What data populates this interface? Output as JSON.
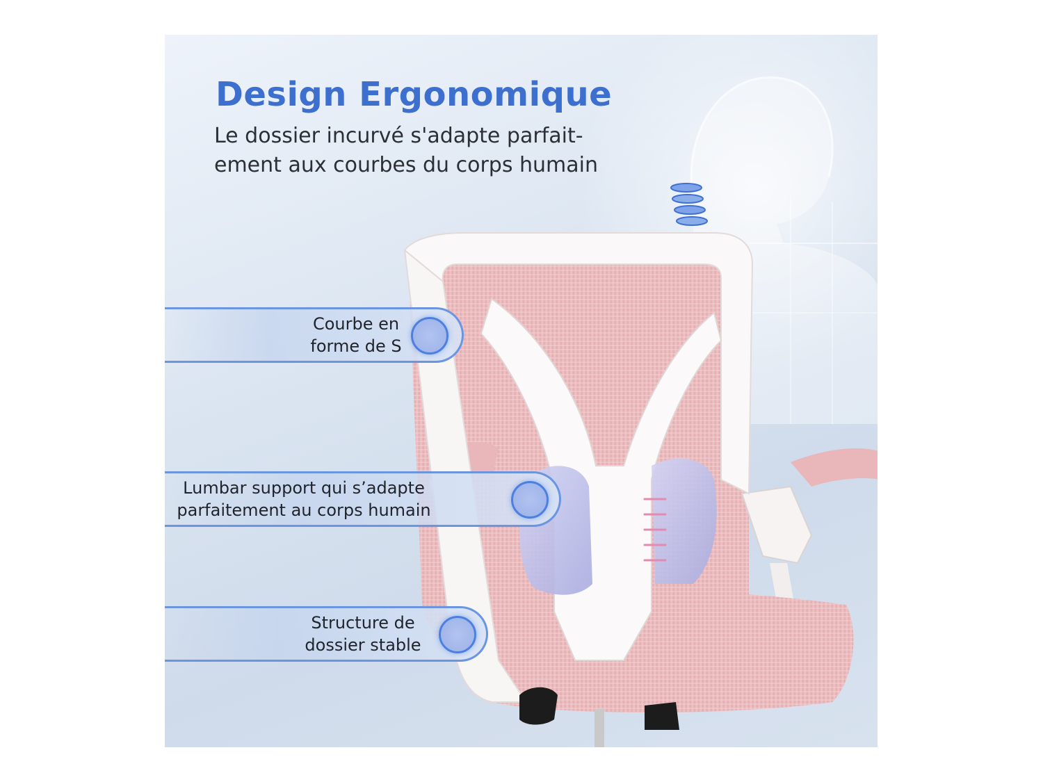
{
  "header": {
    "title": "Design Ergonomique",
    "subtitle_line1": "Le dossier incurvé s'adapte parfait-",
    "subtitle_line2": "ement aux courbes du corps humain"
  },
  "callouts": [
    {
      "line1": "Courbe en",
      "line2": "forme de S"
    },
    {
      "line1": "Lumbar support qui s’adapte",
      "line2": "parfaitement au corps humain"
    },
    {
      "line1": "Structure de",
      "line2": "dossier stable"
    }
  ],
  "colors": {
    "accent": "#3d6fcf",
    "mesh_pink": "#e8b5b8",
    "frame_white": "#f7f4f4",
    "lumbar_lavender": "#b9b8e8"
  }
}
